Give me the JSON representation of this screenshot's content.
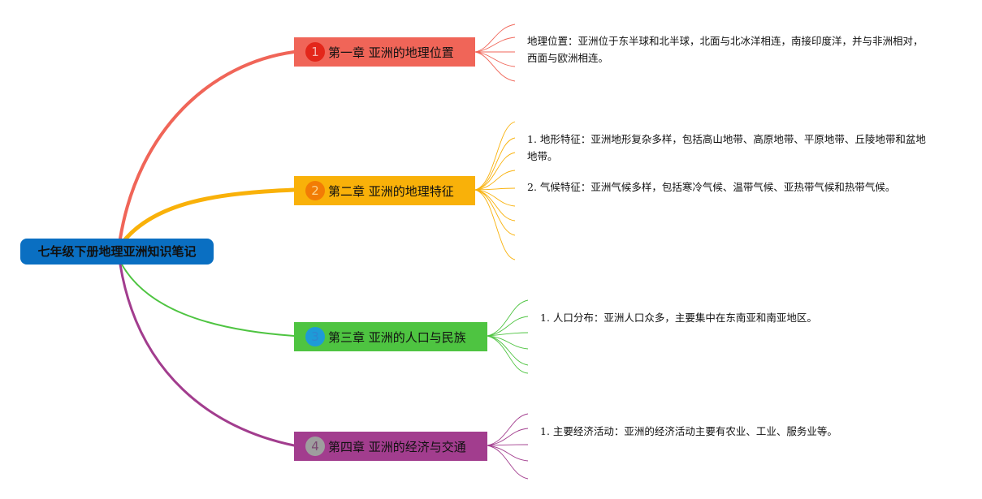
{
  "root": {
    "label": "七年级下册地理亚洲知识笔记",
    "color": "#0a6fc2"
  },
  "branches": [
    {
      "number": "1",
      "label": "第一章 亚洲的地理位置",
      "color": "#f06558",
      "badge_color": "#e3261a",
      "number_color": "#f4b4b0",
      "notes": [
        "地理位置：亚洲位于东半球和北半球，北面与北冰洋相连，南接印度洋，并与非洲相对，西面与欧洲相连。"
      ]
    },
    {
      "number": "2",
      "label": "第二章 亚洲的地理特征",
      "color": "#f9b109",
      "badge_color": "#f27c05",
      "number_color": "#fbd58f",
      "notes": [
        "1. 地形特征：亚洲地形复杂多样，包括高山地带、高原地带、平原地带、丘陵地带和盆地地带。",
        "2. 气候特征：亚洲气候多样，包括寒冷气候、温带气候、亚热带气候和热带气候。"
      ]
    },
    {
      "number": "3",
      "label": "第三章 亚洲的人口与民族",
      "color": "#4ec441",
      "badge_color": "#1e9bd7",
      "number_color": "#2f86d0",
      "notes": [
        "1. 人口分布：亚洲人口众多，主要集中在东南亚和南亚地区。"
      ]
    },
    {
      "number": "4",
      "label": "第四章 亚洲的经济与交通",
      "color": "#a23d8e",
      "badge_color": "#9e9e9e",
      "number_color": "#7a4a72",
      "notes": [
        "1. 主要经济活动：亚洲的经济活动主要有农业、工业、服务业等。"
      ]
    }
  ]
}
